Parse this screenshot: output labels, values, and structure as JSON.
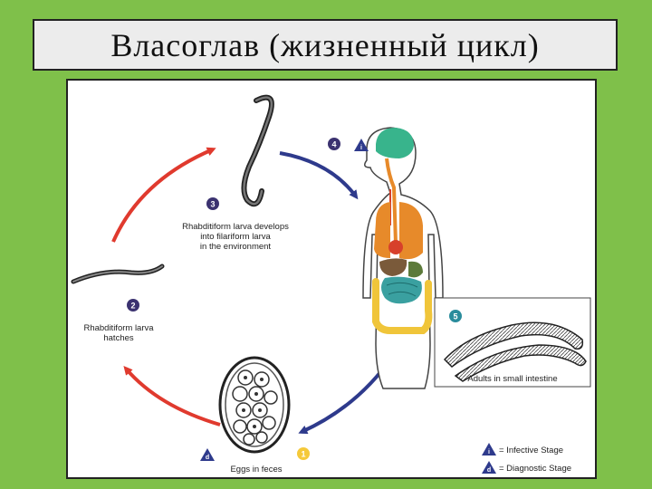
{
  "title": "Власоглав (жизненный цикл)",
  "steps": {
    "s1": {
      "number": "1",
      "label": "Eggs in feces",
      "color": "#f5c93a"
    },
    "s2": {
      "number": "2",
      "label": "Rhabditiform larva\nhatches",
      "color": "#3b3270"
    },
    "s3": {
      "number": "3",
      "label": "Rhabditiform larva develops\ninto filariform larva\nin the environment",
      "color": "#3b3270"
    },
    "s4": {
      "number": "4",
      "color": "#3b3270"
    },
    "s5": {
      "number": "5",
      "label": "Adults in small intestine",
      "color": "#2a8c9c"
    }
  },
  "markers": {
    "infective_symbol": "i",
    "diagnostic_symbol": "d"
  },
  "legend": {
    "infective": "= Infective Stage",
    "diagnostic": "= Diagnostic Stage"
  },
  "colors": {
    "arrow_red": "#e03a2e",
    "arrow_blue": "#2e3a8c",
    "background": "#7fc04a"
  }
}
